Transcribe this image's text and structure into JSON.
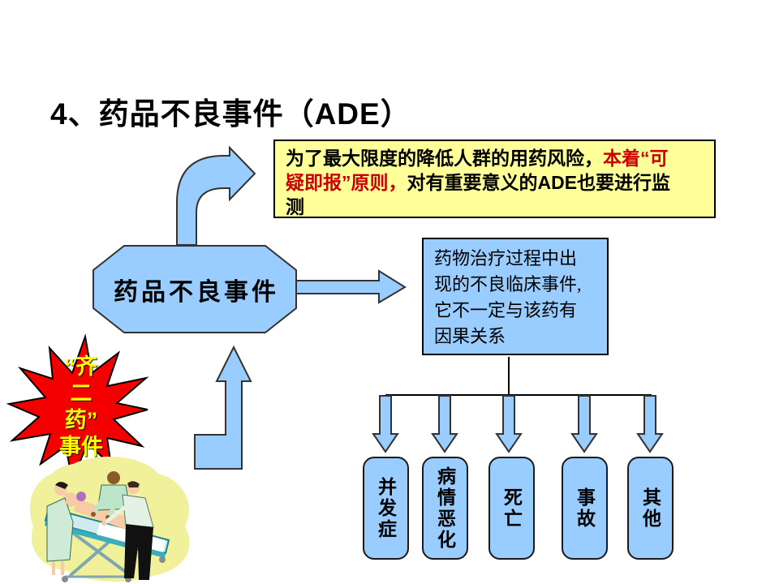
{
  "title": "4、药品不良事件（ADE）",
  "note_box": {
    "segments": [
      {
        "text": "为了最大限度的降低人群的用药风险，",
        "color": "black"
      },
      {
        "text": "本着“可疑即报”原则，",
        "color": "#CC0000"
      },
      {
        "text": "对有重要意义的ADE也要进行监测",
        "color": "black"
      }
    ]
  },
  "hexagon": {
    "label": "药品不良事件"
  },
  "definition_box": {
    "lines": [
      "药物治疗过程中出",
      "现的不良临床事件,",
      "它不一定与该药有",
      "因果关系"
    ]
  },
  "starburst": {
    "lines": [
      "“齐",
      "二",
      "药”",
      "事件"
    ]
  },
  "categories": [
    "并发症",
    "病情恶化",
    "死亡",
    "事故",
    "其他"
  ],
  "illustration": "medical-team-rescuing-patient-on-gurney",
  "colors": {
    "shape_blue": "#99CCFF",
    "note_yellow": "#FFFF99",
    "starburst_red": "#F40000",
    "star_text_yellow": "#FFFF00",
    "highlight_red": "#CC0000",
    "outline_dark": "#333333"
  }
}
